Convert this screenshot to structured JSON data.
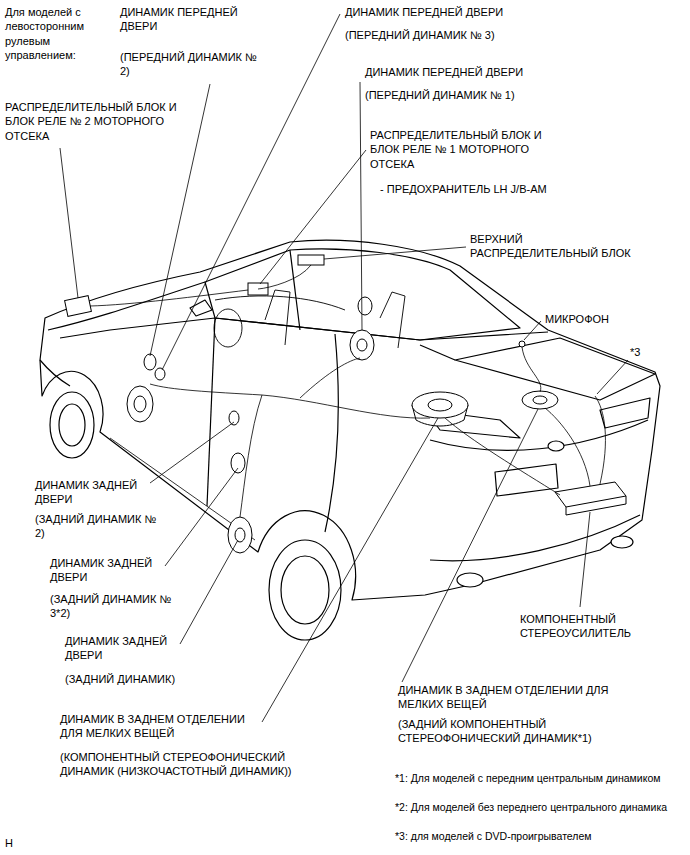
{
  "diagram": {
    "labels": [
      "Для моделей с левосторонним рулевым управлением:",
      "ДИНАМИК ПЕРЕДНЕЙ ДВЕРИ",
      "(ПЕРЕДНИЙ ДИНАМИК № 2)",
      "ДИНАМИК ПЕРЕДНЕЙ ДВЕРИ",
      "(ПЕРЕДНИЙ ДИНАМИК № 3)",
      "ДИНАМИК ПЕРЕДНЕЙ ДВЕРИ",
      "(ПЕРЕДНИЙ ДИНАМИК № 1)",
      "РАСПРЕДЕЛИТЕЛЬНЫЙ БЛОК И БЛОК РЕЛЕ № 2 МОТОРНОГО ОТСЕКА",
      "РАСПРЕДЕЛИТЕЛЬНЫЙ БЛОК И БЛОК РЕЛЕ № 1 МОТОРНОГО ОТСЕКА",
      "- ПРЕДОХРАНИТЕЛЬ LH J/B-AM",
      "ВЕРХНИЙ РАСПРЕДЕЛИТЕЛЬНЫЙ БЛОК",
      "МИКРОФОН",
      "*3",
      "ДИНАМИК ЗАДНЕЙ ДВЕРИ",
      "(ЗАДНИЙ ДИНАМИК № 2)",
      "ДИНАМИК ЗАДНЕЙ ДВЕРИ",
      "(ЗАДНИЙ ДИНАМИК № 3*2)",
      "ДИНАМИК ЗАДНЕЙ ДВЕРИ",
      "(ЗАДНИЙ ДИНАМИК)",
      "КОМПОНЕНТНЫЙ СТЕРЕОУСИЛИТЕЛЬ",
      "ДИНАМИК В ЗАДНЕМ ОТДЕЛЕНИИ ДЛЯ МЕЛКИХ ВЕЩЕЙ",
      "(ЗАДНИЙ КОМПОНЕНТНЫЙ СТЕРЕОФОНИЧЕСКИЙ ДИНАМИК*1)",
      "ДИНАМИК В ЗАДНЕМ ОТДЕЛЕНИИ ДЛЯ МЕЛКИХ ВЕЩЕЙ",
      "(КОМПОНЕНТНЫЙ СТЕРЕОФОНИЧЕСКИЙ ДИНАМИК (НИЗКОЧАСТОТНЫЙ ДИНАМИК))",
      "*1: Для моделей с передним центральным динамиком",
      "*2: Для моделей без переднего центрального динамика",
      "*3: для моделей с DVD-проигрывателем",
      "H"
    ]
  }
}
